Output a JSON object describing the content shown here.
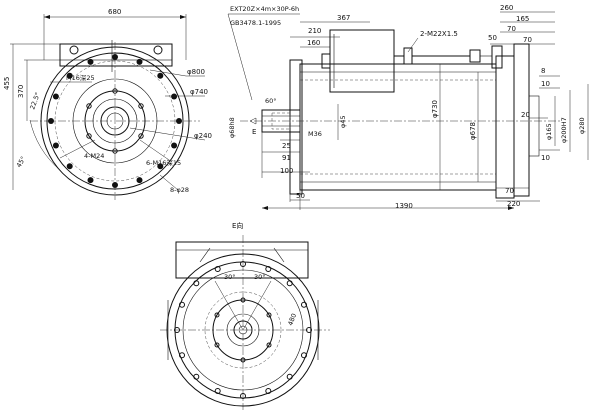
{
  "left_view": {
    "dim_width": "680",
    "dim_455": "455",
    "dim_370": "370",
    "dim_angle_225": "22.5°",
    "dim_angle_45": "45°",
    "hole_m16": "M16深25",
    "dia_800": "φ800",
    "dia_740": "φ740",
    "dia_240": "φ240",
    "holes_4m24": "4-M24",
    "holes_6m16": "6-M16深15",
    "holes_8d28": "8-φ28"
  },
  "side_view": {
    "spline_spec": "EXT20Z×4m×30P-6h",
    "spline_std": "GB3478.1-1995",
    "dim_367": "367",
    "dim_210": "210",
    "dim_160": "160",
    "dim_260": "260",
    "dim_165": "165",
    "dim_70_top": "70",
    "dim_70_mid": "70",
    "dim_50": "50",
    "thread": "2-M22X1.5",
    "dia_68h8": "φ68h8",
    "angle_60": "60°",
    "label_e": "E",
    "m36": "M36",
    "dia_45": "φ45",
    "dia_730": "φ730",
    "dia_678": "φ678",
    "dim_25": "25",
    "dim_91": "91",
    "dim_100": "100",
    "dim_50_bottom": "50",
    "dim_1390": "1390",
    "dim_8": "8",
    "dim_10_top": "10",
    "dim_20": "20",
    "dim_10_bottom": "10",
    "dia_165": "φ165",
    "dia_200h7": "φ200H7",
    "dia_280": "φ280",
    "dim_70_bottom": "70",
    "dim_220": "220"
  },
  "bottom_view": {
    "title": "E向",
    "angle_30_left": "30°",
    "angle_30_right": "30°",
    "dim_480": "480"
  }
}
